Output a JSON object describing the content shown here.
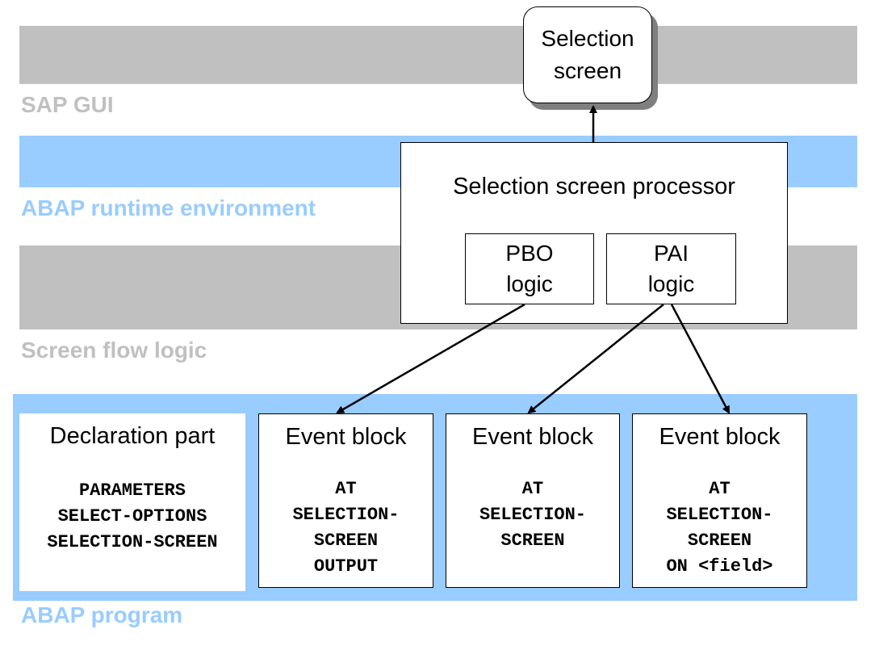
{
  "layers": {
    "sap_gui": "SAP GUI",
    "runtime": "ABAP runtime environment",
    "flow_logic": "Screen flow logic",
    "program": "ABAP program"
  },
  "selection_screen": "Selection\nscreen",
  "processor": {
    "title": "Selection screen processor",
    "pbo": "PBO\nlogic",
    "pai": "PAI\nlogic"
  },
  "declaration": {
    "title": "Declaration part",
    "code": "PARAMETERS\nSELECT-OPTIONS\nSELECTION-SCREEN"
  },
  "event_blocks": [
    {
      "title": "Event block",
      "code": "AT\nSELECTION-\nSCREEN\nOUTPUT"
    },
    {
      "title": "Event block",
      "code": "AT\nSELECTION-\nSCREEN"
    },
    {
      "title": "Event block",
      "code": "AT\nSELECTION-\nSCREEN\nON <field>"
    }
  ],
  "colors": {
    "gray_layer": "#c0c0c0",
    "blue_layer": "#99ccff"
  }
}
